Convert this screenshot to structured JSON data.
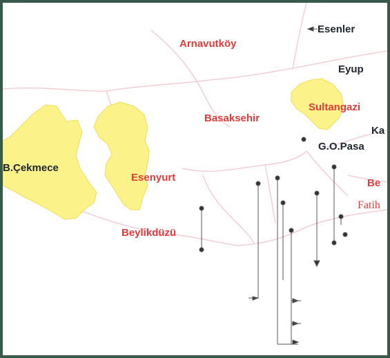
{
  "map": {
    "colors": {
      "frame": "#385a4a",
      "highlight": "#fbf28a",
      "boundary": "#f2c7cf",
      "route_line": "#555555",
      "label_red": "#e23a3a",
      "label_dark": "#1d2530"
    },
    "highlighted_districts": [
      "B.Çekmece",
      "Esenyurt",
      "Sultangazi"
    ],
    "labels": {
      "arnavutkoy": "Arnavutköy",
      "esenler": "Esenler",
      "eyup": "Eyup",
      "sultangazi": "Sultangazi",
      "basaksehir": "Basaksehir",
      "ka": "Ka",
      "gopasa": "G.O.Pasa",
      "bcekmece": "B.Çekmece",
      "esenyurt": "Esenyurt",
      "be": "Be",
      "fatih": "Fatih",
      "beylikduzu": "Beylikdüzü"
    }
  }
}
